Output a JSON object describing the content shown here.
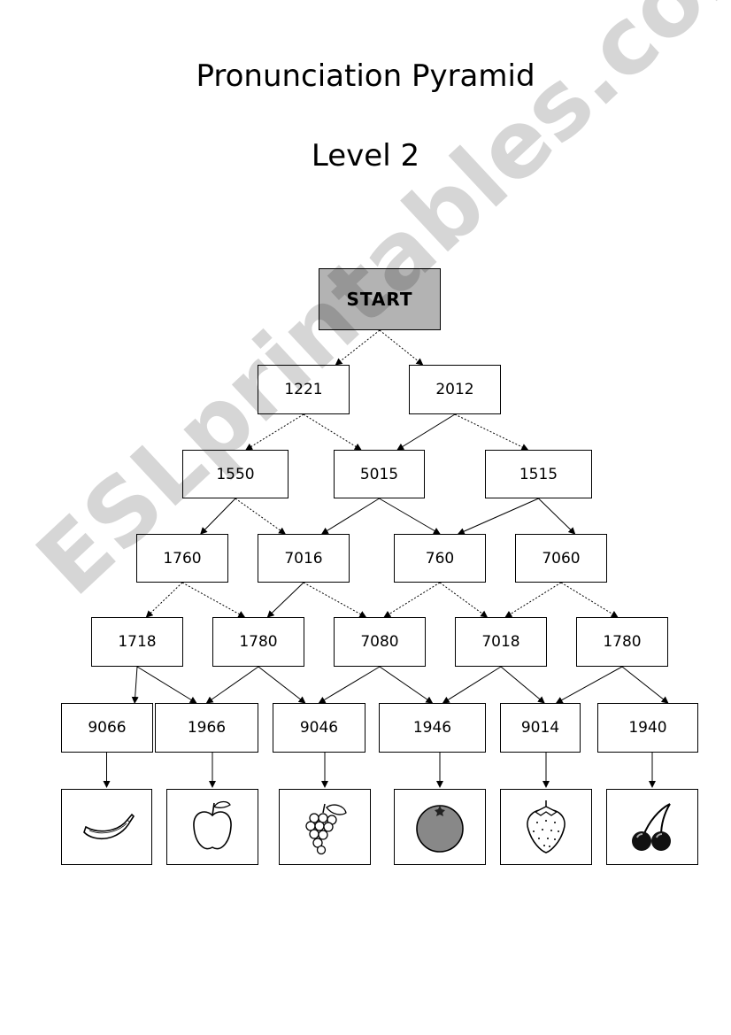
{
  "title": "Pronunciation Pyramid",
  "subtitle": "Level 2",
  "watermark": "ESLprintables.com",
  "start_label": "START",
  "rows": [
    [
      "1221",
      "2012"
    ],
    [
      "1550",
      "5015",
      "1515"
    ],
    [
      "1760",
      "7016",
      "760",
      "7060"
    ],
    [
      "1718",
      "1780",
      "7080",
      "7018",
      "1780"
    ],
    [
      "9066",
      "1966",
      "9046",
      "1946",
      "9014",
      "1940"
    ]
  ],
  "fruits": [
    "banana-icon",
    "apple-icon",
    "grapes-icon",
    "orange-icon",
    "strawberry-icon",
    "cherry-icon"
  ],
  "colors": {
    "start_fill": "#b3b3b3",
    "orange_fill": "#888888",
    "cherry_fill": "#111111"
  }
}
